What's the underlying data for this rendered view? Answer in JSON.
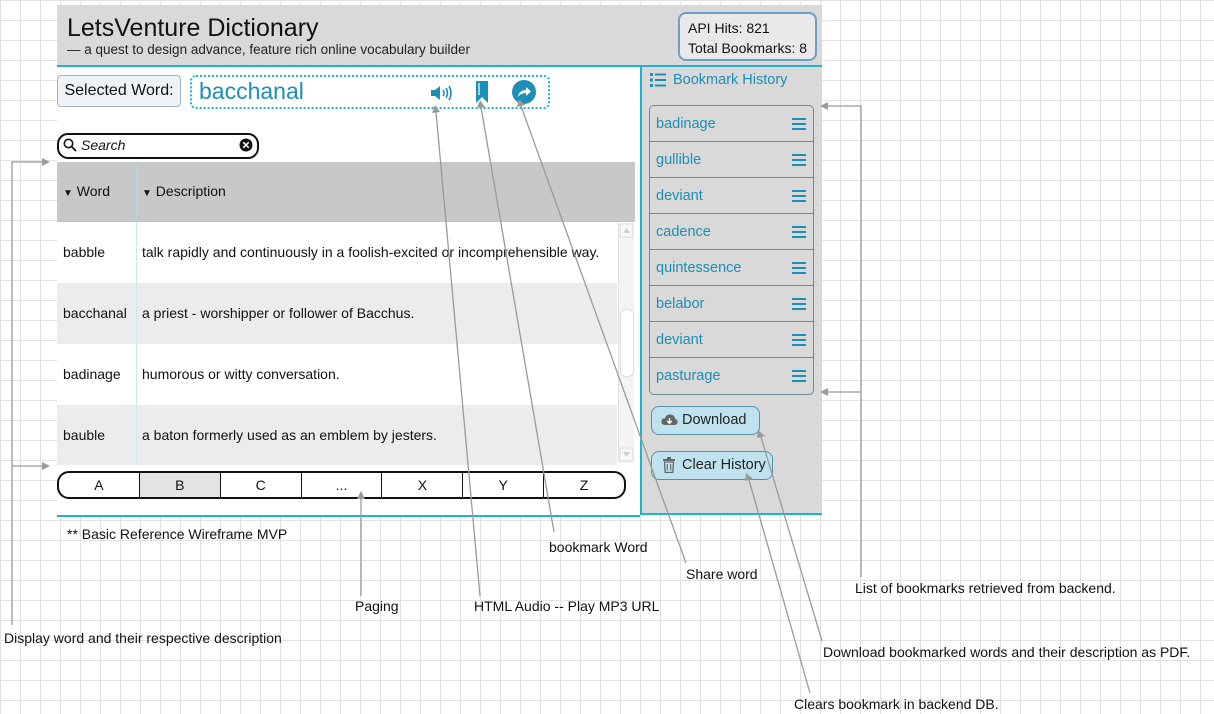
{
  "header": {
    "title": "LetsVenture Dictionary",
    "subtitle": "— a quest to design advance, feature rich online vocabulary builder",
    "api_hits": "API Hits: 821",
    "total_bookmarks": "Total Bookmarks: 8"
  },
  "selected": {
    "label": "Selected Word:",
    "word": "bacchanal",
    "icons": [
      "speaker-icon",
      "bookmark-icon",
      "share-icon"
    ]
  },
  "search": {
    "placeholder": "Search",
    "value": ""
  },
  "table": {
    "columns": [
      "Word",
      "Description"
    ],
    "rows": [
      {
        "word": "babble",
        "description": "talk rapidly and continuously in a foolish-excited or incomprehensible way."
      },
      {
        "word": "bacchanal",
        "description": "a priest - worshipper or follower of Bacchus."
      },
      {
        "word": "badinage",
        "description": "humorous or witty conversation."
      },
      {
        "word": "bauble",
        "description": "a baton formerly used as an emblem by jesters."
      }
    ]
  },
  "paging": {
    "pages": [
      "A",
      "B",
      "C",
      "...",
      "X",
      "Y",
      "Z"
    ],
    "active": "B"
  },
  "sidebar": {
    "title": "Bookmark History",
    "bookmarks": [
      "badinage",
      "gullible",
      "deviant",
      "cadence",
      "quintessence",
      "belabor",
      "deviant",
      "pasturage"
    ],
    "download_label": "Download",
    "clear_label": "Clear History"
  },
  "footer_note": "** Basic Reference Wireframe MVP",
  "annotations": {
    "bookmark_word": "bookmark Word",
    "share_word": "Share word",
    "list_bookmarks": "List of bookmarks retrieved from backend.",
    "paging": "Paging",
    "html_audio": "HTML Audio -- Play MP3 URL",
    "display_word": "Display word and their respective description",
    "download_pdf": "Download bookmarked words and their description as PDF.",
    "clears_bookmark": "Clears bookmark in backend DB."
  },
  "colors": {
    "accent": "#1fb3d1",
    "link": "#1b8fb5",
    "header_bg": "#d9d9d9",
    "button_bg": "#bfe3ee"
  }
}
